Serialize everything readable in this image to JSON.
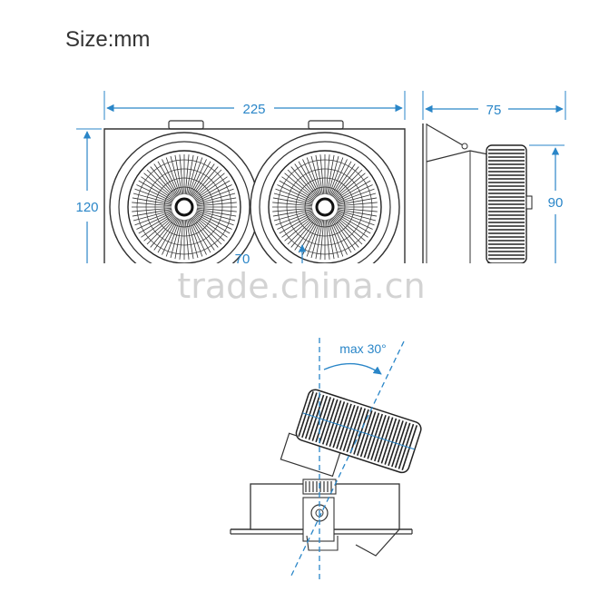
{
  "title": "Size:mm",
  "dimensions": {
    "front_width": "225",
    "front_height": "120",
    "reflector": "70",
    "side_depth": "75",
    "side_height": "90"
  },
  "tilt": {
    "label": "max 30°"
  },
  "watermark": "trade.china.cn",
  "colors": {
    "dimension_line": "#2a86c8",
    "outline": "#333333",
    "fin": "#222222"
  }
}
